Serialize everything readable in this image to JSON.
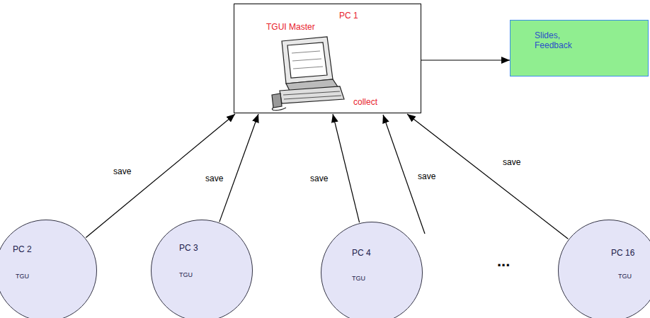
{
  "diagram": {
    "nodes": [
      {
        "text": [
          "PC 1",
          "TGUI Master",
          "collect"
        ]
      },
      {
        "text": [
          "Slides, Feedback"
        ]
      },
      {
        "text": [
          "PC 2",
          "TGU"
        ]
      },
      {
        "text": [
          "PC 3",
          "TGU"
        ]
      },
      {
        "text": [
          "PC 4",
          "TGU"
        ]
      },
      {
        "text": [
          "PC 16",
          "TGU"
        ]
      }
    ],
    "edges": [
      {
        "from": 0,
        "to": 1,
        "arrow": "to"
      },
      {
        "from": 2,
        "to": 0,
        "label": "save",
        "arrow": "to"
      },
      {
        "from": 3,
        "to": 0,
        "label": "save",
        "arrow": "to"
      },
      {
        "from": 4,
        "to": 0,
        "label": "save",
        "arrow": "to"
      },
      {
        "from": 5,
        "to": 0,
        "label": "save",
        "arrow": "to"
      }
    ],
    "labels": [
      "save",
      "..."
    ]
  }
}
